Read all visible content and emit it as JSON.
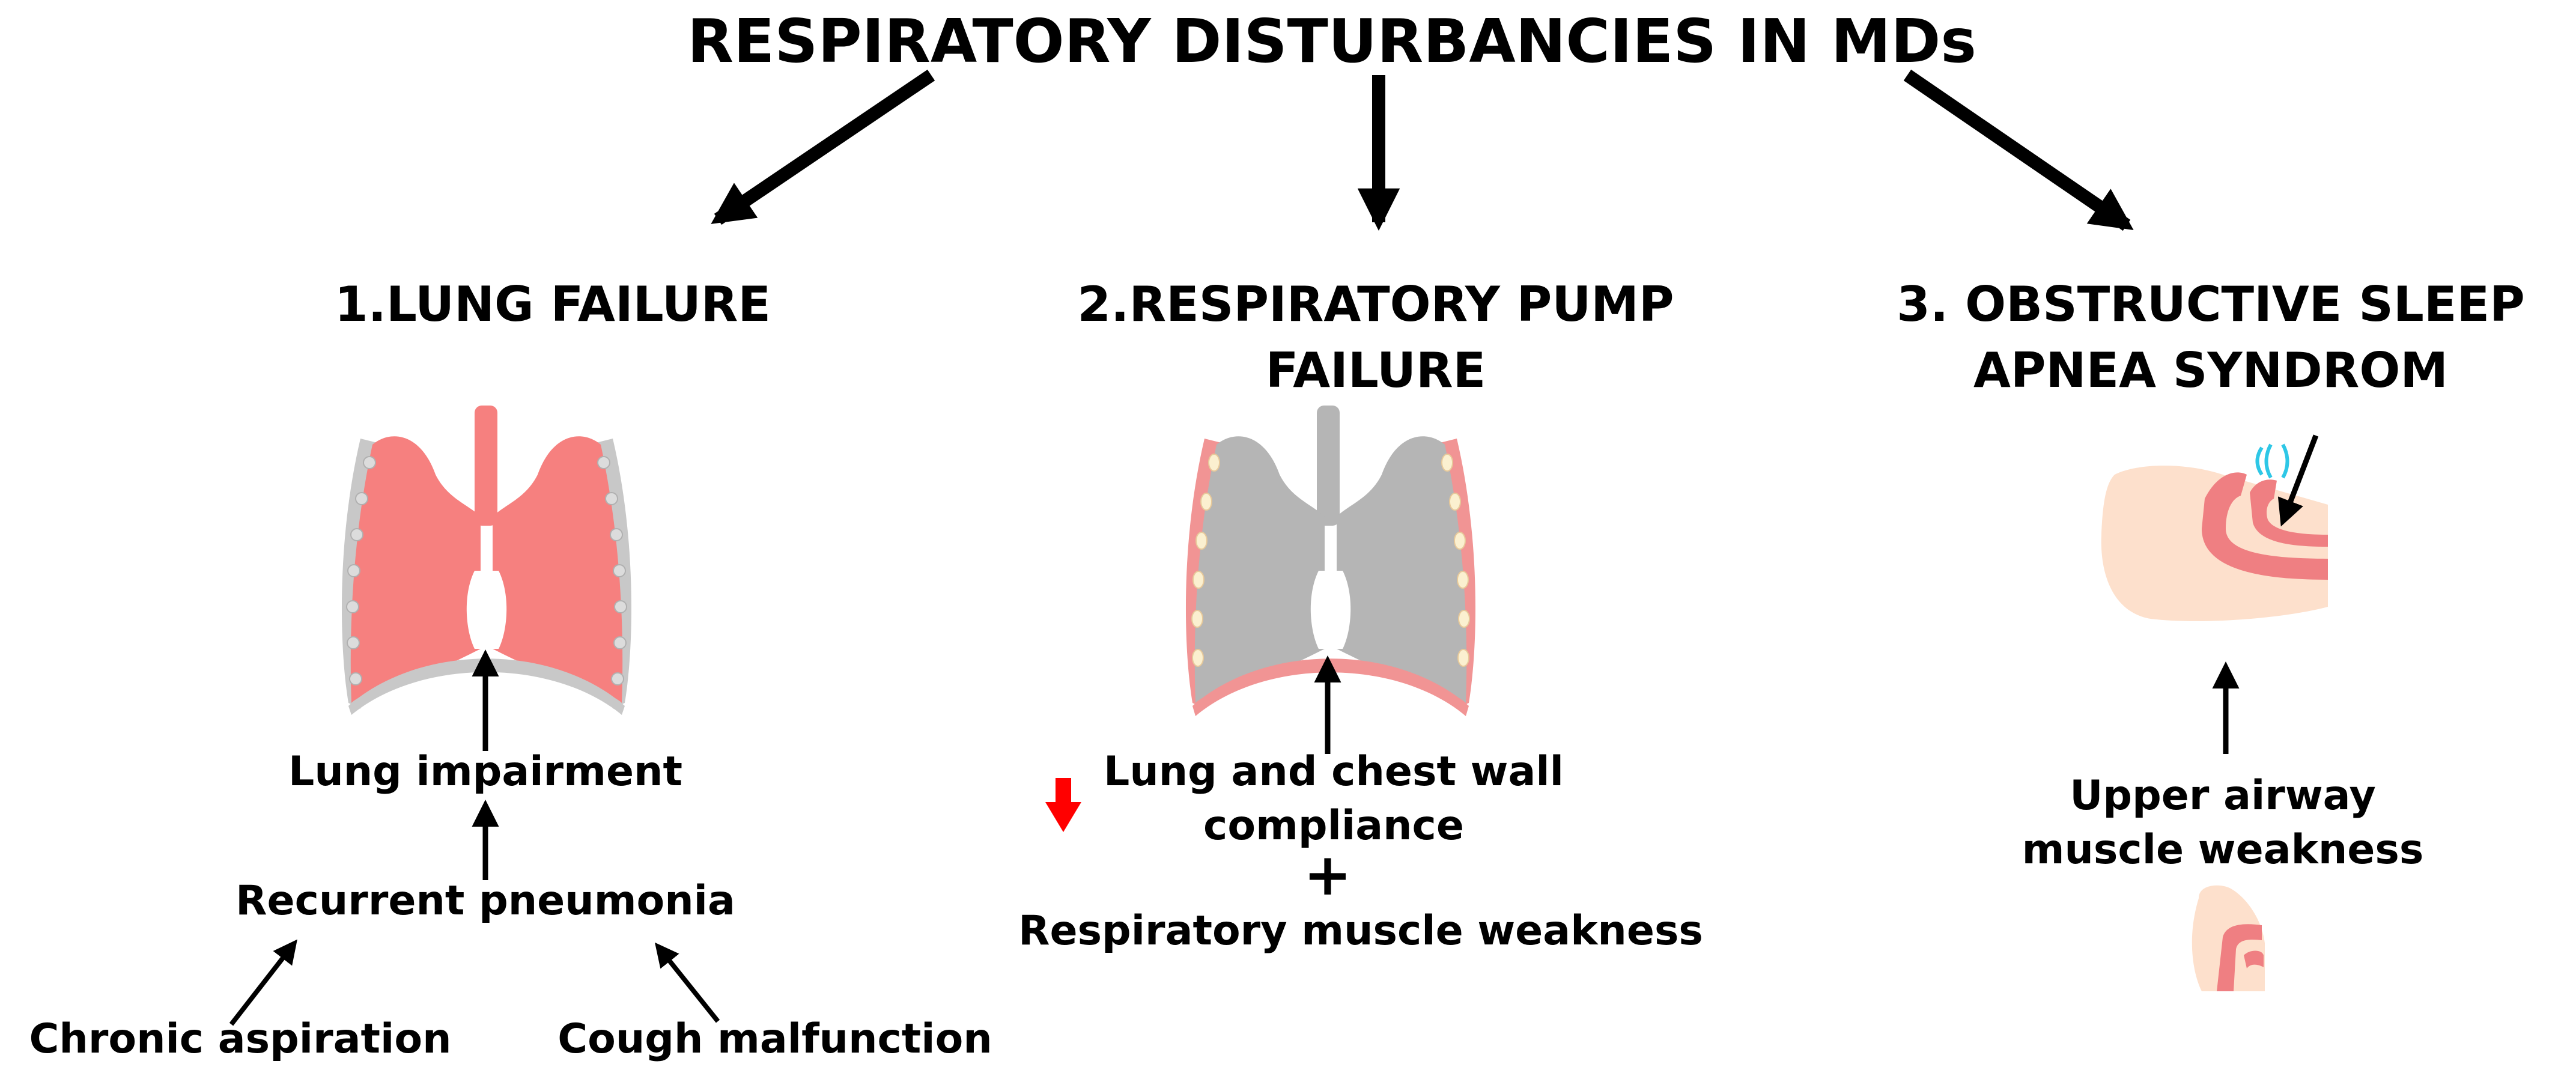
{
  "title": "RESPIRATORY DISTURBANCIES IN MDs",
  "sections": [
    {
      "heading_line1": "1.LUNG FAILURE",
      "captions": {
        "lung_impairment": "Lung impairment",
        "recurrent_pneumonia": "Recurrent pneumonia",
        "chronic_aspiration": "Chronic aspiration",
        "cough_malfunction": "Cough malfunction"
      }
    },
    {
      "heading_line1": "2.RESPIRATORY PUMP",
      "heading_line2": "FAILURE",
      "captions": {
        "compliance_line1": "Lung and chest wall",
        "compliance_line2": "compliance",
        "plus": "+",
        "muscle_weakness": "Respiratory muscle weakness"
      }
    },
    {
      "heading_line1": "3. OBSTRUCTIVE SLEEP",
      "heading_line2": "APNEA SYNDROM",
      "captions": {
        "airway_line1": "Upper airway",
        "airway_line2": "muscle weakness"
      }
    }
  ],
  "colors": {
    "lung_pink": "#f6807f",
    "lung_gray": "#b5b5b5",
    "pleura_gray": "#c8c8c8",
    "membrane_pink": "#f19494",
    "skin": "#fde0cc",
    "airway_pink": "#ef7f82",
    "sound_cyan": "#2ec7e6",
    "decrease_red": "#ff0000",
    "arrow": "#000000"
  },
  "icons": {
    "lungs_affected": "lungs-icon",
    "lungs_chest_wall": "lungs-chest-wall-icon",
    "sleeping_head": "sleeping-head-icon",
    "upper_airway": "upper-airway-icon",
    "decrease": "red-down-arrow-icon"
  }
}
